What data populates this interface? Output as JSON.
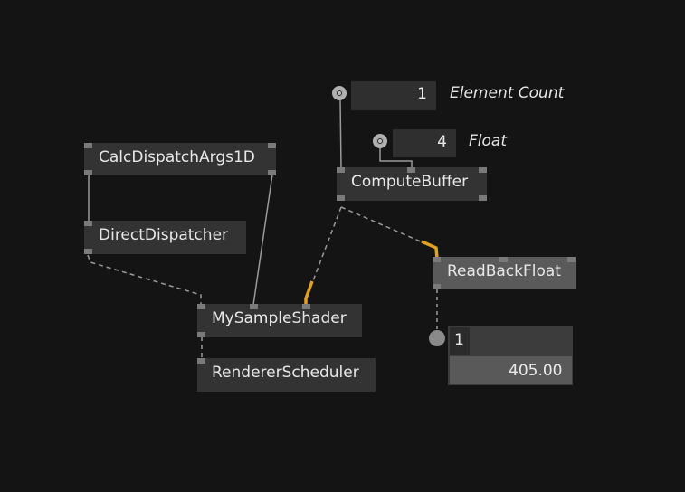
{
  "nodes": {
    "calc_dispatch": "CalcDispatchArgs1D",
    "direct_dispatcher": "DirectDispatcher",
    "my_sample_shader": "MySampleShader",
    "renderer_scheduler": "RendererScheduler",
    "compute_buffer": "ComputeBuffer",
    "read_back_float": "ReadBackFloat"
  },
  "io_boxes": {
    "element_count_value": "1",
    "element_count_label": "Element Count",
    "float_value": "4",
    "float_label": "Float"
  },
  "readback_panel": {
    "index": "1",
    "value": "405.00"
  },
  "colors": {
    "background": "#141414",
    "node": "#333333",
    "node_highlight": "#5a5a5a",
    "link": "#9a9a9a",
    "link_active": "#e0a020"
  }
}
